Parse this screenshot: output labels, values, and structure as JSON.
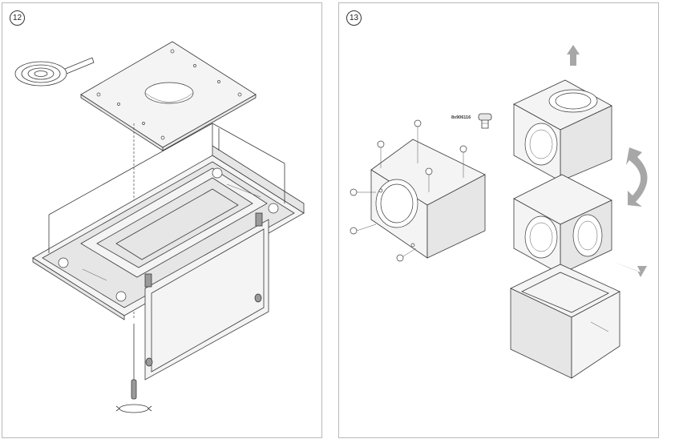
{
  "steps": [
    {
      "number": "12"
    },
    {
      "number": "13",
      "part_label": "8x906116"
    }
  ]
}
